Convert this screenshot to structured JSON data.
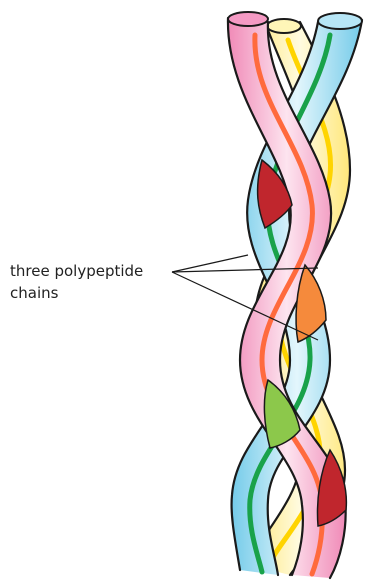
{
  "label": {
    "line1": "three polypeptide",
    "line2": "chains"
  },
  "strands": [
    {
      "name": "pink-strand",
      "fill": "#f7b2cf",
      "stripe": "#ff6a3d"
    },
    {
      "name": "yellow-strand",
      "fill": "#fff3a6",
      "stripe": "#ffd400"
    },
    {
      "name": "blue-strand",
      "fill": "#9fdcf2",
      "stripe": "#19a24a"
    }
  ],
  "overlap_colors": {
    "red": "#c0262d",
    "orange": "#f58a3c",
    "green": "#8cc84b"
  }
}
